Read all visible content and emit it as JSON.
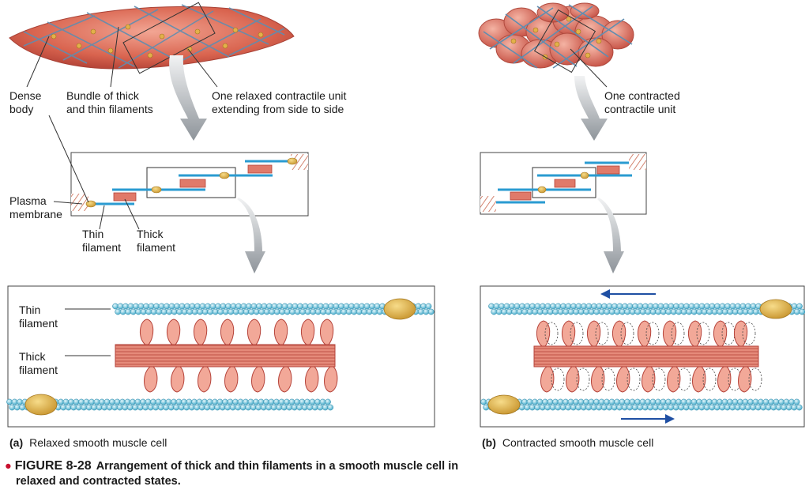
{
  "labels": {
    "dense_body": [
      "Dense",
      "body"
    ],
    "bundle": [
      "Bundle of thick",
      "and thin filaments"
    ],
    "relaxed_unit": [
      "One relaxed contractile unit",
      "extending from side to side"
    ],
    "contracted_unit": [
      "One contracted",
      "contractile unit"
    ],
    "plasma_membrane": [
      "Plasma",
      "membrane"
    ],
    "thin_filament_mid": [
      "Thin",
      "filament"
    ],
    "thick_filament_mid": [
      "Thick",
      "filament"
    ],
    "thin_filament_bottom": [
      "Thin",
      "filament"
    ],
    "thick_filament_bottom": [
      "Thick",
      "filament"
    ]
  },
  "captions": {
    "a_letter": "(a)",
    "a_text": "Relaxed smooth muscle cell",
    "b_letter": "(b)",
    "b_text": "Contracted smooth muscle cell"
  },
  "figure": {
    "number": "FIGURE 8-28",
    "line1": "Arrangement of thick and thin filaments in a smooth muscle cell in",
    "line2": "relaxed and contracted states."
  },
  "colors": {
    "thin_filament": "#2a9bd1",
    "thick_filament": "#e07a6a",
    "dense_body": "#e8b84a",
    "arrow_gray": "#9ea3a8",
    "motion_arrow": "#1f4fa3",
    "bullet": "#c8102e"
  }
}
